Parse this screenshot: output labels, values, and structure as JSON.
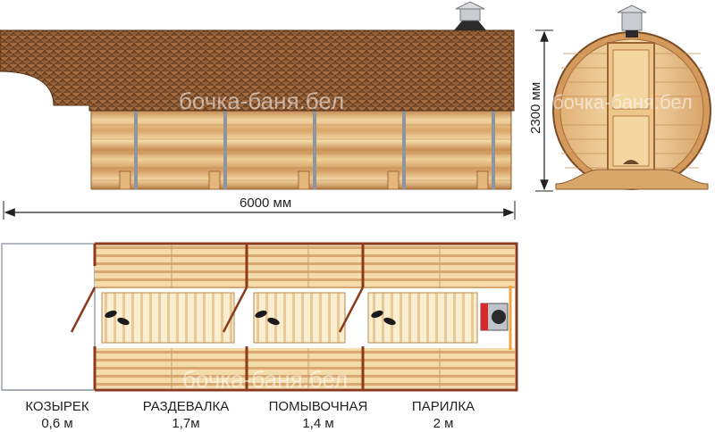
{
  "dimensions": {
    "length_label": "6000 мм",
    "height_label": "2300 мм"
  },
  "watermark": "бочка-баня.бел",
  "rooms": [
    {
      "name": "КОЗЫРЕК",
      "size": "0,6 м"
    },
    {
      "name": "РАЗДЕВАЛКА",
      "size": "1,7м"
    },
    {
      "name": "ПОМЫВОЧНАЯ",
      "size": "1,4 м"
    },
    {
      "name": "ПАРИЛКА",
      "size": "2 м"
    }
  ],
  "colors": {
    "roof": "#8a5a34",
    "wood_light": "#e8c48e",
    "wood_dark": "#b98250",
    "wall": "#8b3a1c",
    "hoop": "#9aa0a8",
    "stove": "#d42a2a"
  }
}
